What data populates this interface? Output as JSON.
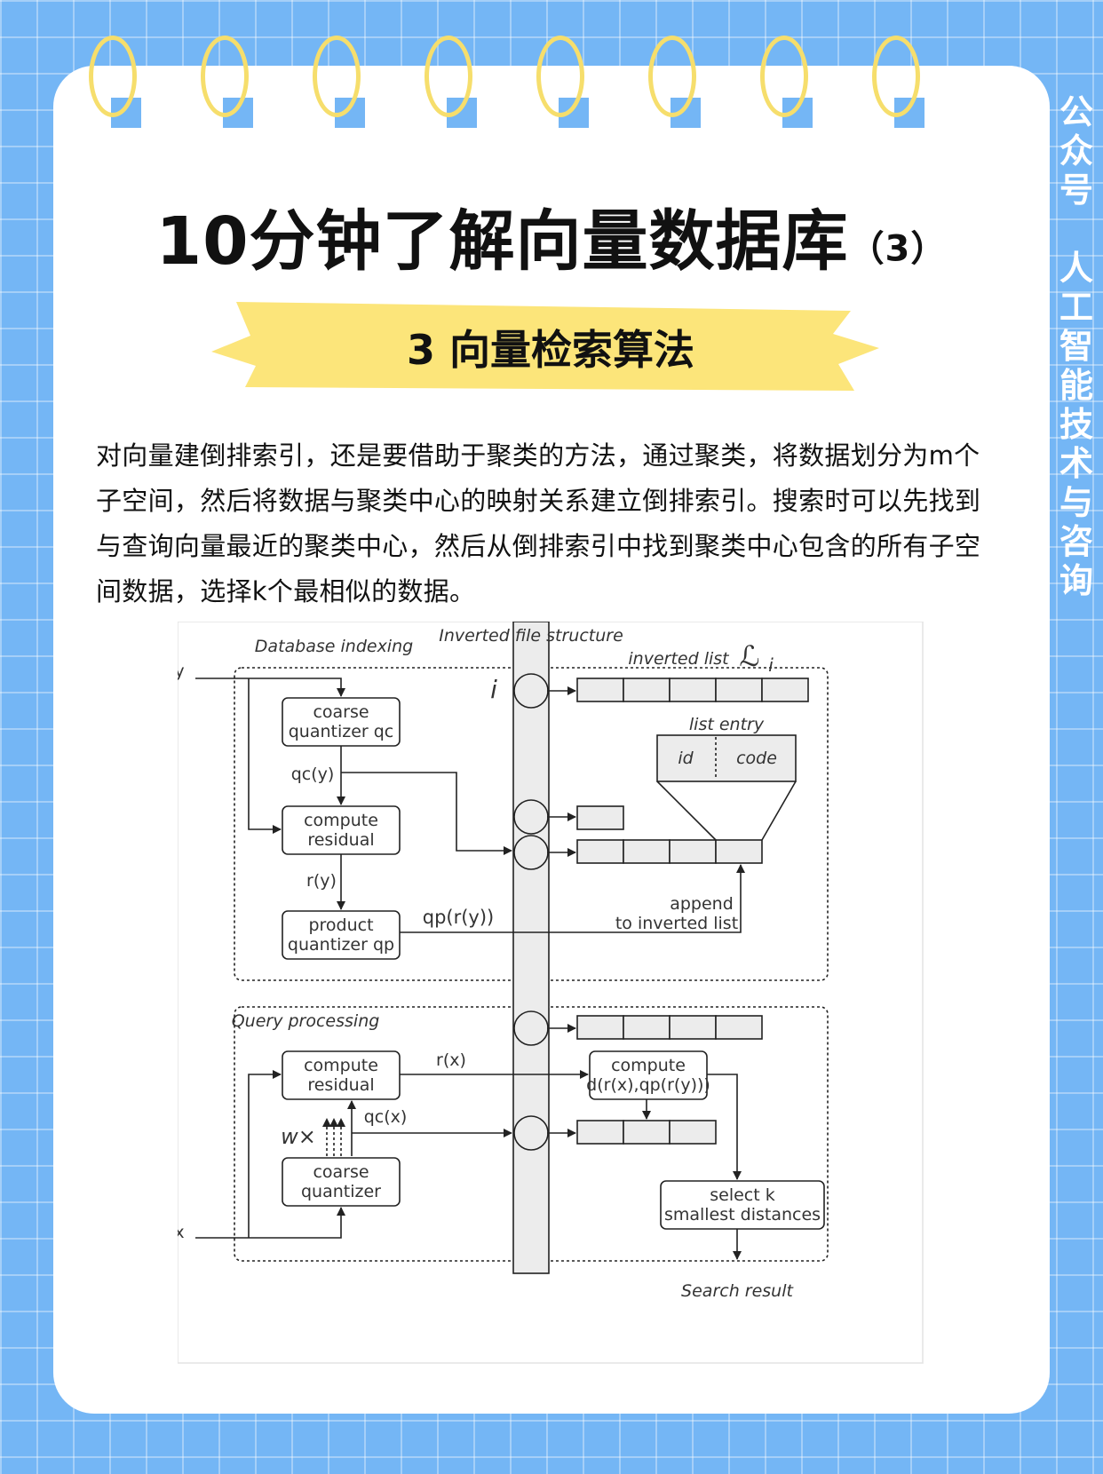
{
  "title": {
    "main": "10分钟了解向量数据库",
    "suffix": "（3）"
  },
  "banner": {
    "label": "3 向量检索算法"
  },
  "paragraph": {
    "lines": [
      "对向量建倒排索引，还是要借助于聚类的方法，通过聚类，将数据划分为m个",
      "子空间，然后将数据与聚类中心的映射关系建立倒排索引。搜索时可以先找到",
      "与查询向量最近的聚类中心，然后从倒排索引中找到聚类中心包含的所有子空",
      "间数据，选择k个最相似的数据。"
    ]
  },
  "side_label": {
    "text": "公\n众\n号\n\n人\n工\n智\n能\n技\n术\n与\n咨\n询"
  },
  "colors": {
    "background": "#74b6f5",
    "card": "#ffffff",
    "ring": "#f6de6c",
    "banner": "#fce57a"
  },
  "diagram": {
    "header": "Inverted file structure",
    "db_section": "Database indexing",
    "query_section": "Query processing",
    "input_y": "y",
    "input_x": "x",
    "coarse_quantizer_db": [
      "coarse",
      "quantizer qc"
    ],
    "qc_y": "qc(y)",
    "compute_residual_db": [
      "compute",
      "residual"
    ],
    "r_y": "r(y)",
    "product_quantizer": [
      "product",
      "quantizer qp"
    ],
    "qp_r_y": "qp(r(y))",
    "append": [
      "append",
      "to inverted list"
    ],
    "index_i": "i",
    "inverted_list": "inverted list",
    "list_symbol": "ℒ",
    "list_symbol_sub": "i",
    "list_entry": "list entry",
    "entry_id": "id",
    "entry_code": "code",
    "compute_residual_q": [
      "compute",
      "residual"
    ],
    "r_x": "r(x)",
    "qc_x": "qc(x)",
    "w_times": "w×",
    "coarse_quantizer_q": [
      "coarse",
      "quantizer"
    ],
    "compute_distance": [
      "compute",
      "d(r(x),qp(r(y)))"
    ],
    "select_k": [
      "select k",
      "smallest distances"
    ],
    "search_result": "Search result"
  }
}
